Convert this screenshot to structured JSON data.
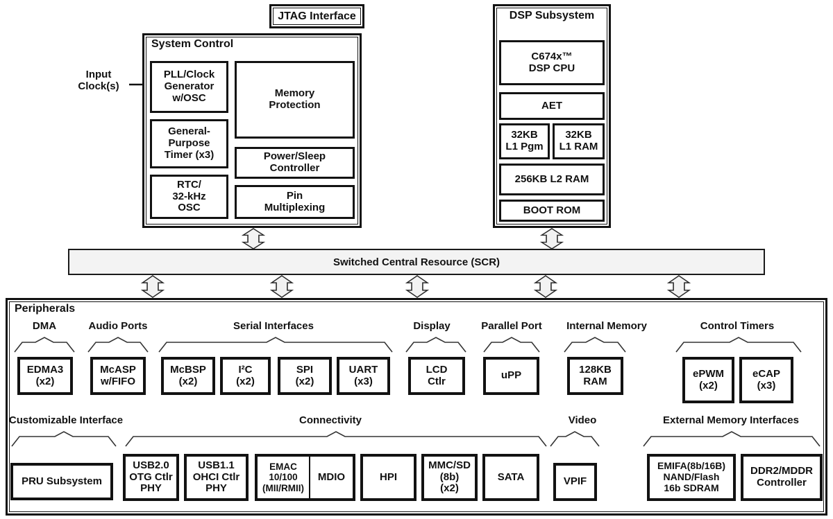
{
  "colors": {
    "line": "#121212",
    "scr_fill": "#f3f3f3",
    "arrow_fill": "#f2f2f2",
    "background": "#ffffff"
  },
  "top": {
    "jtag_label": "JTAG Interface",
    "input_clock_label": "Input\nClock(s)"
  },
  "system_control": {
    "title": "System Control",
    "pll": "PLL/Clock\nGenerator\nw/OSC",
    "memory_protection": "Memory\nProtection",
    "gp_timer": "General-\nPurpose\nTimer (x3)",
    "power_sleep": "Power/Sleep\nController",
    "rtc": "RTC/\n32-kHz\nOSC",
    "pin_mux": "Pin\nMultiplexing"
  },
  "dsp": {
    "title": "DSP Subsystem",
    "cpu": "C674x™\nDSP CPU",
    "aet": "AET",
    "l1_pgm": "32KB\nL1 Pgm",
    "l1_ram": "32KB\nL1 RAM",
    "l2_ram": "256KB L2 RAM",
    "boot_rom": "BOOT ROM"
  },
  "scr": {
    "label": "Switched Central Resource (SCR)"
  },
  "peripherals": {
    "title": "Peripherals",
    "group_labels": {
      "dma": "DMA",
      "audio_ports": "Audio Ports",
      "serial_interfaces": "Serial Interfaces",
      "display": "Display",
      "parallel_port": "Parallel Port",
      "internal_memory": "Internal Memory",
      "control_timers": "Control Timers",
      "customizable_interface": "Customizable Interface",
      "connectivity": "Connectivity",
      "video": "Video",
      "external_memory_interfaces": "External Memory Interfaces"
    },
    "boxes": {
      "edma3": "EDMA3\n(x2)",
      "mcasp": "McASP\nw/FIFO",
      "mcbsp": "McBSP\n(x2)",
      "i2c": "I²C\n(x2)",
      "spi": "SPI\n(x2)",
      "uart": "UART\n(x3)",
      "lcd": "LCD\nCtlr",
      "upp": "uPP",
      "ram_128kb": "128KB\nRAM",
      "epwm": "ePWM\n(x2)",
      "ecap": "eCAP\n(x3)",
      "pru": "PRU Subsystem",
      "usb20": "USB2.0\nOTG Ctlr\nPHY",
      "usb11": "USB1.1\nOHCI Ctlr\nPHY",
      "emac": "EMAC\n10/100\n(MII/RMII)",
      "mdio": "MDIO",
      "hpi": "HPI",
      "mmcsd": "MMC/SD\n(8b)\n(x2)",
      "sata": "SATA",
      "vpif": "VPIF",
      "emifa": "EMIFA(8b/16B)\nNAND/Flash\n16b SDRAM",
      "ddr2": "DDR2/MDDR\nController"
    }
  }
}
